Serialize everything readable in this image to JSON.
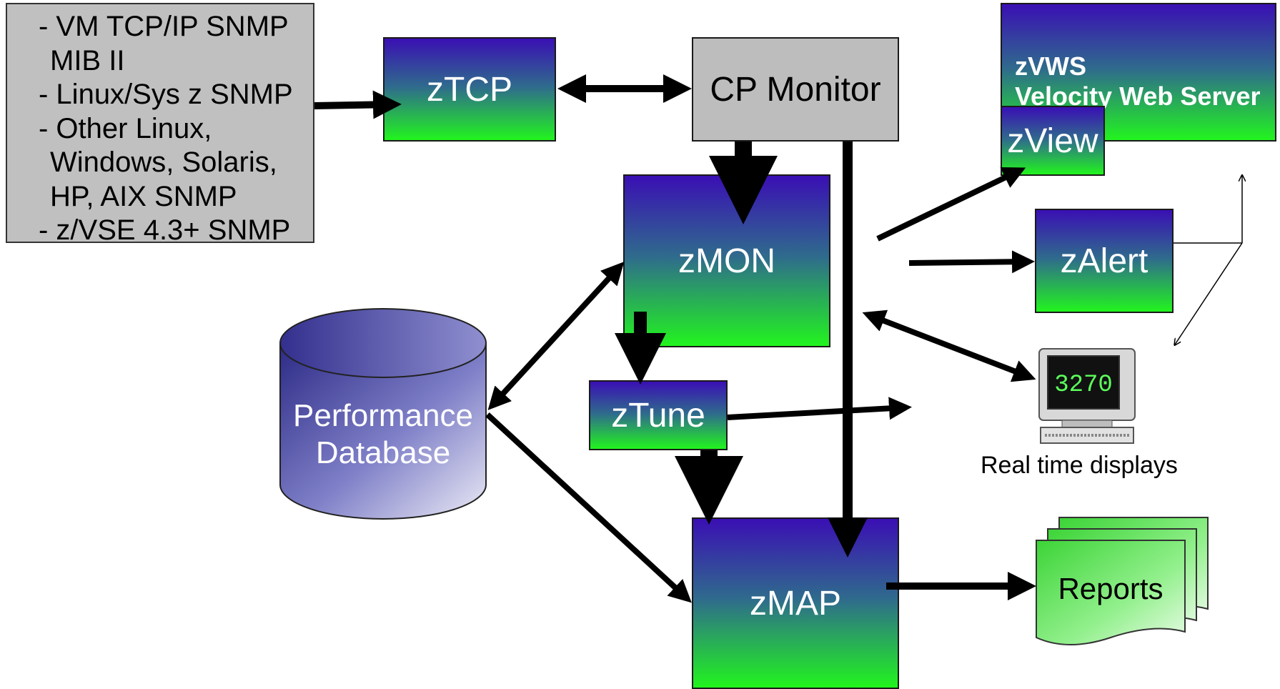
{
  "sources": {
    "lines": [
      "- VM TCP/IP SNMP",
      "MIB II",
      "- Linux/Sys z SNMP",
      "- Other Linux,",
      "Windows, Solaris,",
      "HP, AIX SNMP",
      "- z/VSE 4.3+ SNMP"
    ]
  },
  "nodes": {
    "ztcp": "zTCP",
    "cp_monitor": "CP Monitor",
    "zmon": "zMON",
    "ztune": "zTune",
    "zmap": "zMAP",
    "zvws_title": "zVWS",
    "zvws_subtitle": "Velocity Web Server",
    "zview": "zView",
    "zalert": "zAlert",
    "database_line1": "Performance",
    "database_line2": "Database",
    "realtime": "Real time displays",
    "terminal_code": "3270",
    "reports": "Reports"
  },
  "colors": {
    "gradient_top": "#3a0fb4",
    "gradient_mid": "#2f6c8c",
    "gradient_bottom": "#22f41e",
    "gray_box": "#bdbdbd",
    "reports_green": "#6fe86a"
  }
}
